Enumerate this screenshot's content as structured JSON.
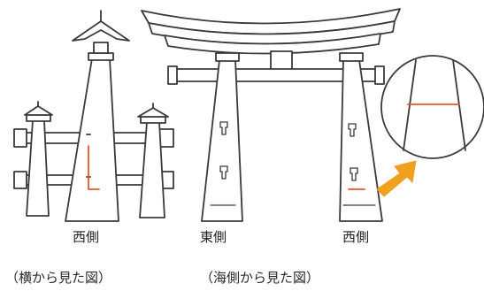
{
  "labels": {
    "side_west": "西側",
    "sea_east": "東側",
    "sea_west": "西側"
  },
  "captions": {
    "side_view": "（横から見た図）",
    "sea_view": "（海側から見た図）"
  },
  "colors": {
    "line": "#3a3a3a",
    "fill": "#ffffff",
    "marker_red": "#e8572a",
    "arrow": "#f0a020"
  }
}
